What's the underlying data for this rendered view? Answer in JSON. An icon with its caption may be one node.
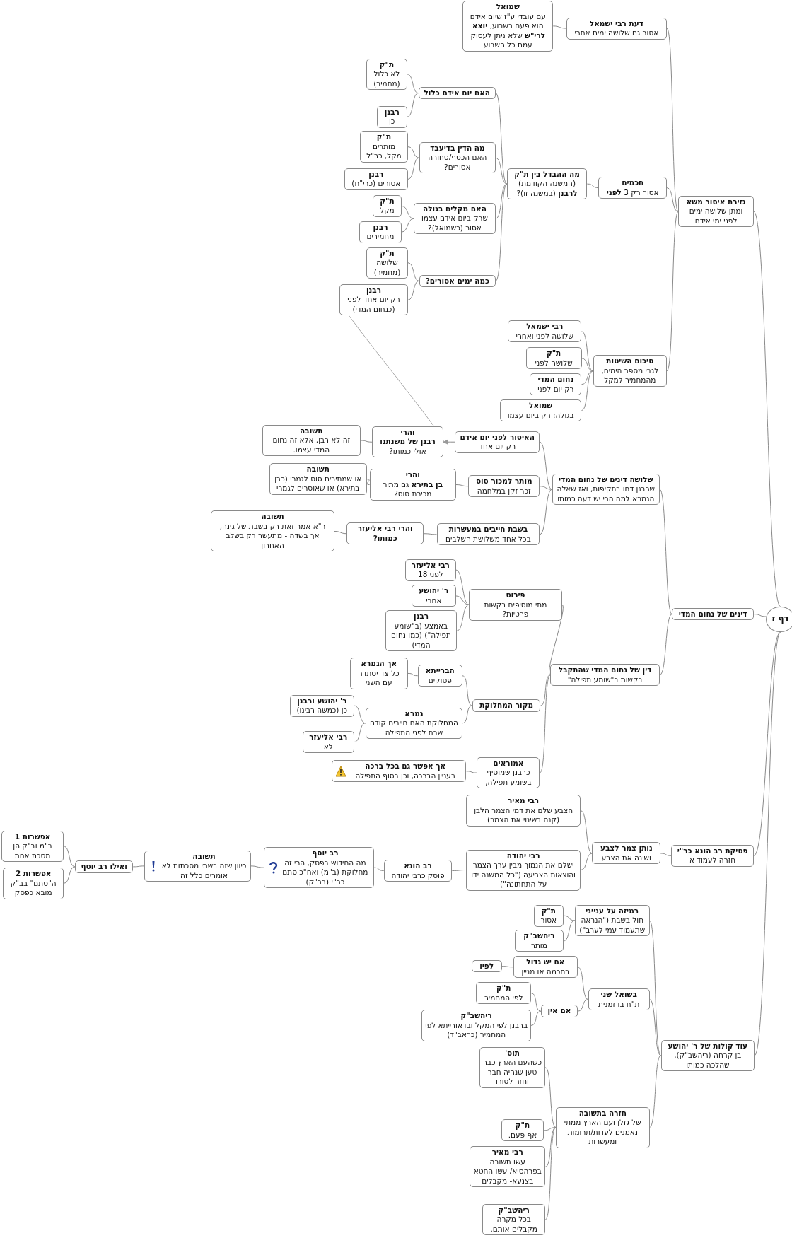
{
  "diagram": {
    "nodes": [
      {
        "text": [
          "דף ז"
        ]
      },
      {
        "text": [
          "גזירת איסור משא",
          "ומתן שלושה ימים לפני ימי אידם"
        ]
      },
      {
        "text": [
          "דינים של נחום המדי"
        ]
      },
      {
        "text": [
          "פסיקת רב הונא כר\"י",
          "חזרה לעמוד א"
        ]
      },
      {
        "text": [
          "עוד קולות של ר' יהושע",
          "בן קרחה (ריהשב\"ק), שהלכה כמותו"
        ]
      },
      {
        "text": [
          "דעת רבי ישמאל",
          "אסור גם שלושה ימים אחרי"
        ]
      },
      {
        "text": [
          "שמואל",
          "עם עובדי ע\"ז שיום אידם הוא פעם בשבוע, **יוצא לרי\"ש** שלא ניתן לעסוק עמם כל השבוע"
        ]
      },
      {
        "text": [
          "חכמים",
          "אסור רק 3 **לפני**"
        ]
      },
      {
        "text": [
          "מה ההבדל בין ת\"ק",
          "(המשנה הקודמת) **לרבנן** (במשנה זו)?"
        ]
      },
      {
        "text": [
          "האם יום אידם כלול"
        ]
      },
      {
        "text": [
          "ת\"ק",
          "לא כלול (מחמיר)"
        ]
      },
      {
        "text": [
          "רבנן",
          "כן"
        ]
      },
      {
        "text": [
          "מה הדין בדיעבד",
          "האם הכסף/סחורה אסורים?"
        ]
      },
      {
        "text": [
          "ת\"ק",
          "מותרים מקל, כר\"ל"
        ]
      },
      {
        "text": [
          "רבנן",
          "אסורים (כרי\"ח)"
        ]
      },
      {
        "text": [
          "האם מקלים בגולה",
          "שרק ביום אידם עצמו אסור (כשמואל)?"
        ]
      },
      {
        "text": [
          "ת\"ק",
          "מקל"
        ]
      },
      {
        "text": [
          "רבנן",
          "מחמירים"
        ]
      },
      {
        "text": [
          "כמה ימים אסורים?"
        ]
      },
      {
        "text": [
          "ת\"ק",
          "שלושה (מחמיר)"
        ]
      },
      {
        "text": [
          "רבנן",
          "רק יום אחד לפני (כנחום המדי)"
        ]
      },
      {
        "text": [
          "סיכום השיטות",
          "לגבי מספר הימים, מהמחמיר למקל"
        ]
      },
      {
        "text": [
          "רבי ישמאל",
          "שלושה לפני ואחרי"
        ]
      },
      {
        "text": [
          "ת\"ק",
          "שלושה לפני"
        ]
      },
      {
        "text": [
          "נחום המדי",
          "רק יום לפני"
        ]
      },
      {
        "text": [
          "שמואל",
          "בגולה: רק ביום עצמו"
        ]
      },
      {
        "text": [
          "שלושה דינים של נחום המדי",
          "שרבנן דחו בתקיפות, ואז שאלה הגמרא למה הרי יש דעה כמותו"
        ]
      },
      {
        "text": [
          "האיסור לפני יום אידם",
          "רק יום אחד"
        ]
      },
      {
        "text": [
          "והרי",
          "**רבנן של משנתנו** אולי כמותו?"
        ]
      },
      {
        "text": [
          "תשובה",
          "זה לא רבן, אלא זה נחום המדי עצמו."
        ]
      },
      {
        "text": [
          "מותר למכור סוס",
          "זכר זקן במלחמה"
        ]
      },
      {
        "text": [
          "והרי",
          "**בן בתירא** גם מתיר מכירת סוס?"
        ]
      },
      {
        "text": [
          "תשובה",
          "או שמתירים סוס לגמרי (כבן בתירא) או שאוסרים לגמרי"
        ]
      },
      {
        "text": [
          "בשבת חייבים במעשרות",
          "בכל אחד משלושת השלבים"
        ]
      },
      {
        "text": [
          "והרי רבי אליעזר כמותו?"
        ]
      },
      {
        "text": [
          "תשובה",
          "ר\"א אמר זאת רק בשבת של גינה, אך בשדה - מתעשר רק בשלב האחרון"
        ]
      },
      {
        "text": [
          "דין של נחום המדי שהתקבל",
          "בקשות ב\"שומע תפילה\""
        ]
      },
      {
        "text": [
          "פירוט",
          "מתי מוסיפים בקשות פרטיות?"
        ]
      },
      {
        "text": [
          "רבי אליעזר",
          "לפני 18"
        ]
      },
      {
        "text": [
          "ר' יהושע",
          "אחרי"
        ]
      },
      {
        "text": [
          "רבנן",
          "באמצע (ב\"שומע תפילה\") (כמו נחום המדי)"
        ]
      },
      {
        "text": [
          "מקור המחלוקת"
        ]
      },
      {
        "text": [
          "הברייתא",
          "פסוקים"
        ]
      },
      {
        "text": [
          "אך הגמרא",
          "כל צד יסתדר עם השני"
        ]
      },
      {
        "text": [
          "גמרא",
          "המחלוקת האם חייבים קודם שבח לפני התפילה"
        ]
      },
      {
        "text": [
          "ר' יהושע ורבנן",
          "כן (כמשה רבינו)"
        ]
      },
      {
        "text": [
          "רבי אליעזר",
          "לא"
        ]
      },
      {
        "text": [
          "אמוראים",
          "כרבנן שמוסיף בשומע תפילה,"
        ]
      },
      {
        "text": [
          "אך אפשר גם בכל ברכה",
          "בעניין הברכה, וכן בסוף התפילה"
        ]
      },
      {
        "text": [
          "נותן צמר לצבע",
          "ושינה את הצבע"
        ]
      },
      {
        "text": [
          "רבי מאיר",
          "הצבע שלם את דמי הצמר הלבן (קנה בשינוי את הצמר)"
        ]
      },
      {
        "text": [
          "רבי יהודה",
          "ישלם את הנמוך מבין ערך הצמר והוצאות הצביעה (\"כל המשנה ידו על התחתונה\")"
        ]
      },
      {
        "text": [
          "רב הונא",
          "פוסק כרבי יהודה"
        ]
      },
      {
        "text": [
          "רב יוסף",
          "מה החידוש בפסק, הרי זה מחלוקת (ב\"מ) ואח\"כ סתם כר\"י (בב\"ק)"
        ]
      },
      {
        "text": [
          "תשובה",
          "כיוון שזה בשתי מסכתות לא אומרים כלל זה"
        ]
      },
      {
        "text": [
          "ואילו רב יוסף"
        ]
      },
      {
        "text": [
          "אפשרות 1",
          "ב\"מ וב\"ק הן מסכת אחת"
        ]
      },
      {
        "text": [
          "אפשרות 2",
          "ה\"סתם\" בב\"ק מובא כפסק"
        ]
      },
      {
        "text": [
          "רמיזה על ענייני",
          "חול בשבת (\"הנראה שתעמוד עמי לערב\")"
        ]
      },
      {
        "text": [
          "ת\"ק",
          "אסור"
        ]
      },
      {
        "text": [
          "ריהשב\"ק",
          "מותר"
        ]
      },
      {
        "text": [
          "בשואל שני",
          "ת\"ח בו זמנית"
        ]
      },
      {
        "text": [
          "אם יש גדול",
          "בחכמה או מניין"
        ]
      },
      {
        "text": [
          "לפיו"
        ]
      },
      {
        "text": [
          "אם אין"
        ]
      },
      {
        "text": [
          "ת\"ק",
          "לפי המחמיר"
        ]
      },
      {
        "text": [
          "ריהשב\"ק",
          "ברבנן לפי המקל ובדאורייתא לפי המחמיר (כראב\"ד)"
        ]
      },
      {
        "text": [
          "חזרה בתשובה",
          "של גזלן ועם הארץ ממתי נאמנים לעדות/תרומות ומעשרות"
        ]
      },
      {
        "text": [
          "תוס'",
          "כשהעם הארץ כבר טען שנהיה חבר וחזר לסורו"
        ]
      },
      {
        "text": [
          "ת\"ק",
          "אף פעם."
        ]
      },
      {
        "text": [
          "רבי מאיר",
          "עשו תשובה בפרהסיא/ עשו החטא בצנעא- מקבלים"
        ]
      },
      {
        "text": [
          "ריהשב\"ק",
          "בכל מקרה מקבלים אותם."
        ]
      }
    ],
    "edges": [
      {
        "from": 0,
        "to": 1,
        "arrow": "none"
      },
      {
        "from": 0,
        "to": 2,
        "arrow": "none"
      },
      {
        "from": 0,
        "to": 3,
        "arrow": "none"
      },
      {
        "from": 0,
        "to": 4,
        "arrow": "none"
      },
      {
        "from": 1,
        "to": 5,
        "arrow": "none"
      },
      {
        "from": 5,
        "to": 6,
        "arrow": "none"
      },
      {
        "from": 1,
        "to": 7,
        "arrow": "none"
      },
      {
        "from": 7,
        "to": 8,
        "arrow": "none"
      },
      {
        "from": 8,
        "to": 9,
        "arrow": "none"
      },
      {
        "from": 9,
        "to": 10,
        "arrow": "none"
      },
      {
        "from": 9,
        "to": 11,
        "arrow": "none"
      },
      {
        "from": 8,
        "to": 12,
        "arrow": "none"
      },
      {
        "from": 12,
        "to": 13,
        "arrow": "none"
      },
      {
        "from": 12,
        "to": 14,
        "arrow": "none"
      },
      {
        "from": 8,
        "to": 15,
        "arrow": "none"
      },
      {
        "from": 15,
        "to": 16,
        "arrow": "none"
      },
      {
        "from": 15,
        "to": 17,
        "arrow": "none"
      },
      {
        "from": 8,
        "to": 18,
        "arrow": "none"
      },
      {
        "from": 18,
        "to": 19,
        "arrow": "none"
      },
      {
        "from": 18,
        "to": 20,
        "arrow": "none"
      },
      {
        "from": 1,
        "to": 21,
        "arrow": "none"
      },
      {
        "from": 21,
        "to": 22,
        "arrow": "none"
      },
      {
        "from": 21,
        "to": 23,
        "arrow": "none"
      },
      {
        "from": 21,
        "to": 24,
        "arrow": "none"
      },
      {
        "from": 21,
        "to": 25,
        "arrow": "none"
      },
      {
        "from": 2,
        "to": 26,
        "arrow": "none"
      },
      {
        "from": 26,
        "to": 27,
        "arrow": "none"
      },
      {
        "from": 27,
        "to": 28,
        "arrow": "none"
      },
      {
        "from": 28,
        "to": 29,
        "arrow": "none"
      },
      {
        "from": 26,
        "to": 30,
        "arrow": "none"
      },
      {
        "from": 30,
        "to": 31,
        "arrow": "none"
      },
      {
        "from": 31,
        "to": 32,
        "arrow": "none"
      },
      {
        "from": 26,
        "to": 33,
        "arrow": "none"
      },
      {
        "from": 33,
        "to": 34,
        "arrow": "none"
      },
      {
        "from": 34,
        "to": 35,
        "arrow": "none"
      },
      {
        "from": 2,
        "to": 36,
        "arrow": "none"
      },
      {
        "from": 36,
        "to": 37,
        "arrow": "none"
      },
      {
        "from": 37,
        "to": 38,
        "arrow": "none"
      },
      {
        "from": 37,
        "to": 39,
        "arrow": "none"
      },
      {
        "from": 37,
        "to": 40,
        "arrow": "none"
      },
      {
        "from": 36,
        "to": 41,
        "arrow": "none"
      },
      {
        "from": 41,
        "to": 42,
        "arrow": "none"
      },
      {
        "from": 42,
        "to": 43,
        "arrow": "none"
      },
      {
        "from": 41,
        "to": 44,
        "arrow": "none"
      },
      {
        "from": 44,
        "to": 45,
        "arrow": "none"
      },
      {
        "from": 44,
        "to": 46,
        "arrow": "none"
      },
      {
        "from": 36,
        "to": 47,
        "arrow": "none"
      },
      {
        "from": 47,
        "to": 48,
        "arrow": "none"
      },
      {
        "from": 3,
        "to": 49,
        "arrow": "none"
      },
      {
        "from": 49,
        "to": 50,
        "arrow": "none"
      },
      {
        "from": 49,
        "to": 51,
        "arrow": "none"
      },
      {
        "from": 51,
        "to": 52,
        "arrow": "none"
      },
      {
        "from": 52,
        "to": 53,
        "arrow": "none"
      },
      {
        "from": 53,
        "to": 54,
        "arrow": "none"
      },
      {
        "from": 54,
        "to": 55,
        "arrow": "none"
      },
      {
        "from": 55,
        "to": 56,
        "arrow": "none"
      },
      {
        "from": 55,
        "to": 57,
        "arrow": "none"
      },
      {
        "from": 4,
        "to": 58,
        "arrow": "none"
      },
      {
        "from": 58,
        "to": 59,
        "arrow": "none"
      },
      {
        "from": 58,
        "to": 60,
        "arrow": "none"
      },
      {
        "from": 4,
        "to": 61,
        "arrow": "none"
      },
      {
        "from": 61,
        "to": 62,
        "arrow": "none"
      },
      {
        "from": 62,
        "to": 63,
        "arrow": "none"
      },
      {
        "from": 61,
        "to": 64,
        "arrow": "none"
      },
      {
        "from": 64,
        "to": 65,
        "arrow": "none"
      },
      {
        "from": 64,
        "to": 66,
        "arrow": "none"
      },
      {
        "from": 4,
        "to": 67,
        "arrow": "none"
      },
      {
        "from": 67,
        "to": 68,
        "arrow": "none"
      },
      {
        "from": 67,
        "to": 69,
        "arrow": "none"
      },
      {
        "from": 67,
        "to": 70,
        "arrow": "none"
      },
      {
        "from": 67,
        "to": 71,
        "arrow": "none"
      },
      {
        "from": 20,
        "to": 28,
        "arrow": "to"
      }
    ]
  }
}
